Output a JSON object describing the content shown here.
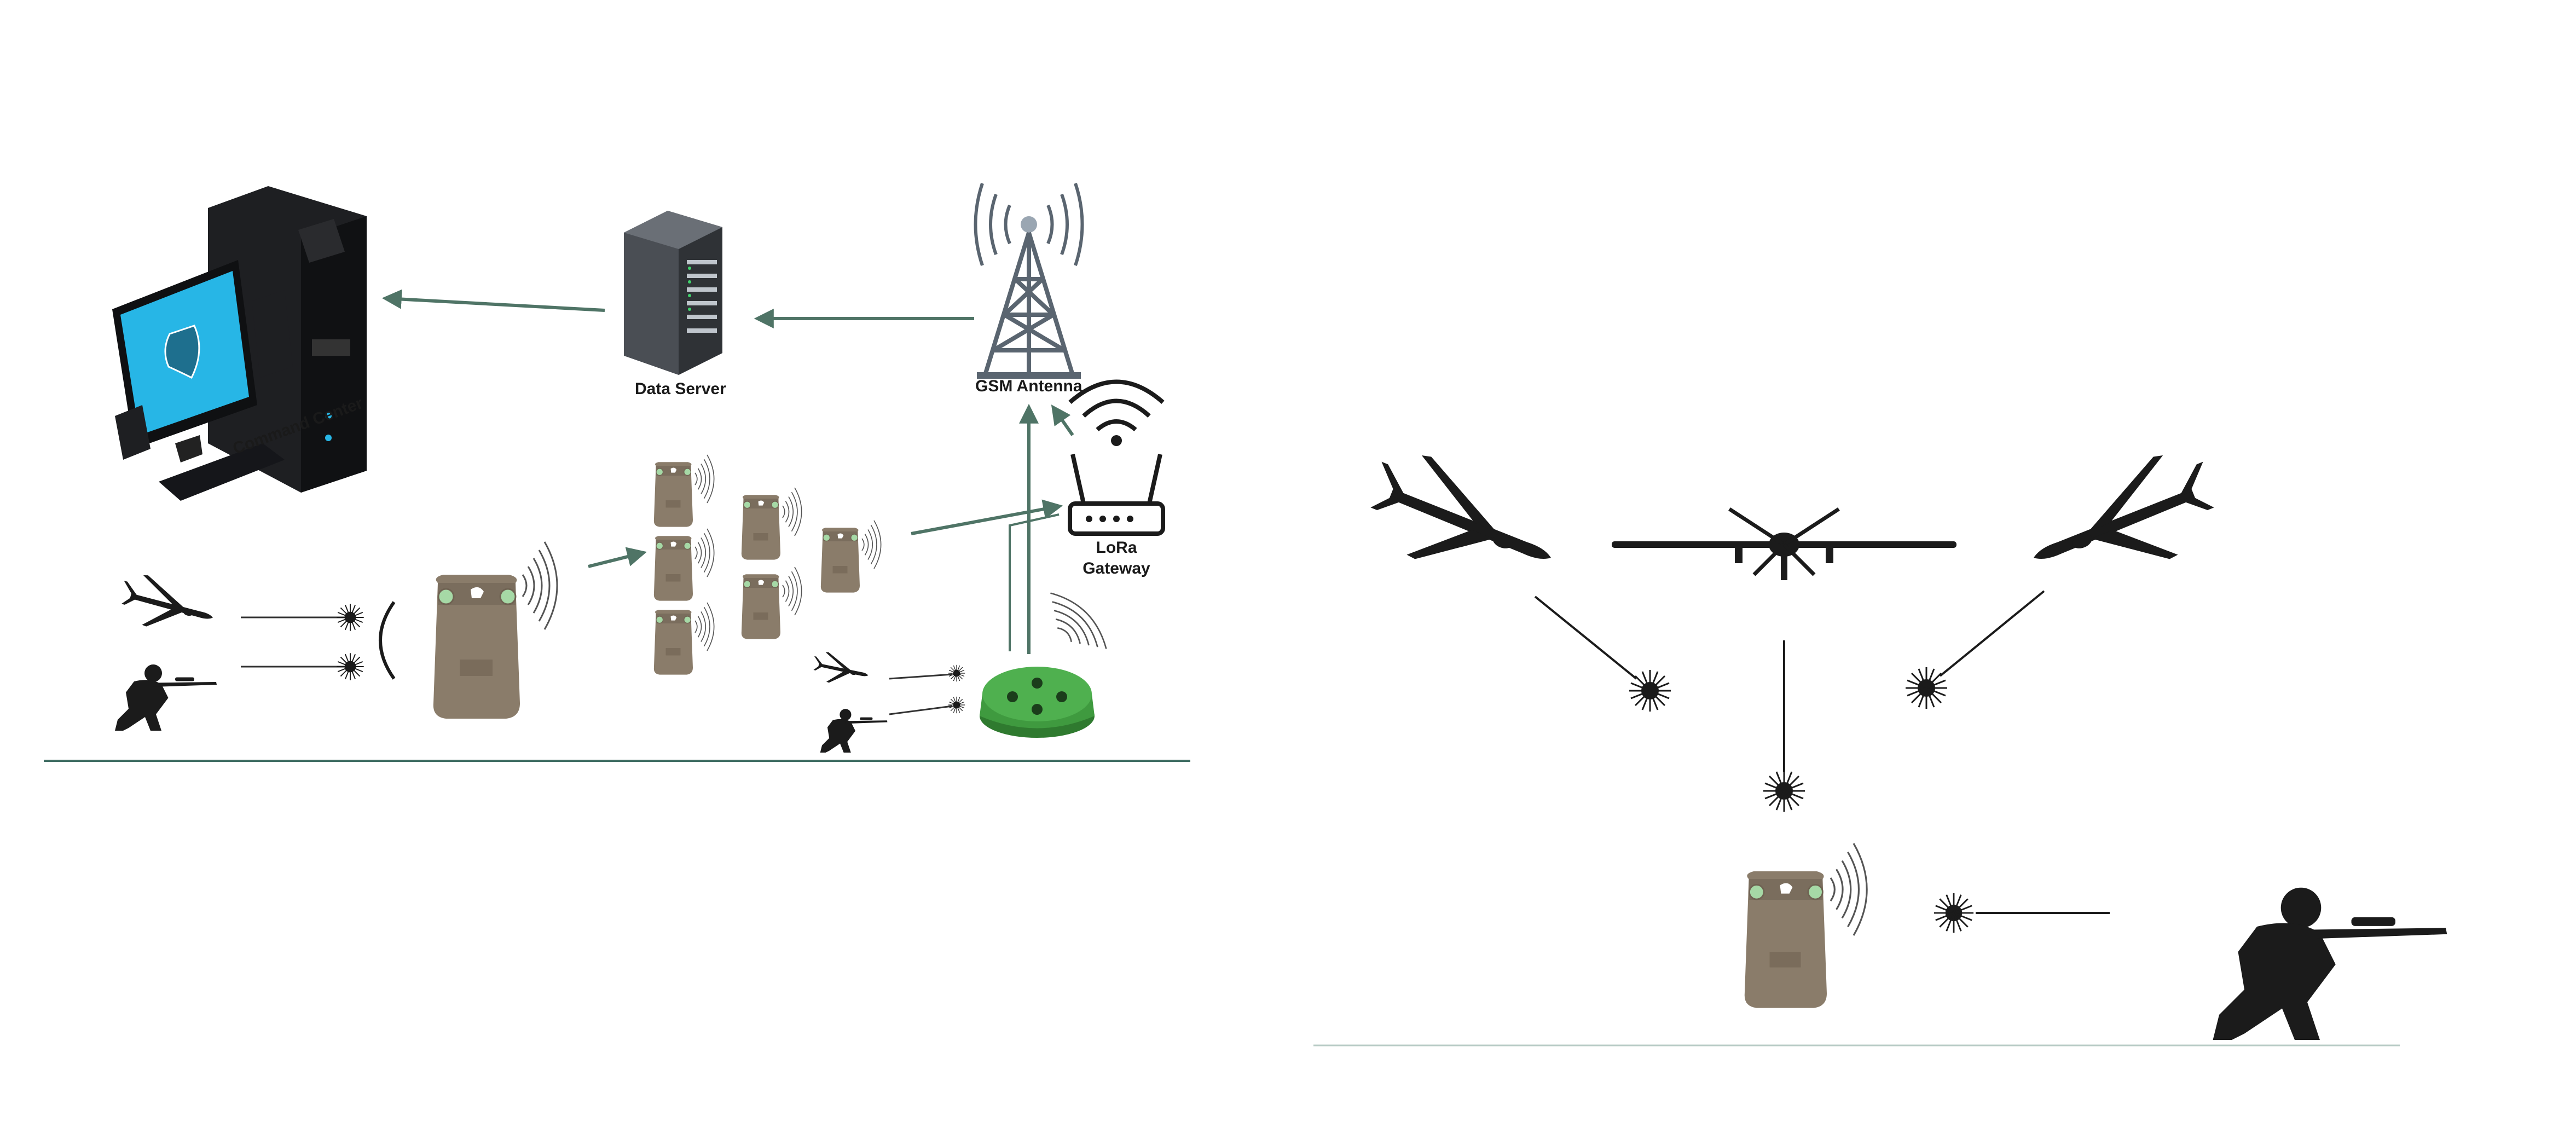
{
  "labels": {
    "command_center": "Command Center",
    "data_server": "Data Server",
    "gsm_antenna": "GSM Antenna",
    "lora_line1": "LoRa",
    "lora_line2": "Gateway"
  },
  "colors": {
    "arrow": "#4f7466",
    "ground": "#3f6d62",
    "ground_light": "#b9ccc6",
    "device_body": "#8a7c6a",
    "device_shade": "#6f6252",
    "sensor_green": "#3f9a3f",
    "silhouette": "#1b1b1b",
    "server": "#4a4e54",
    "tower": "#5a6570",
    "screen": "#27b6e6"
  },
  "icons": {
    "computer": "desktop-computer-icon",
    "server": "server-rack-icon",
    "tower": "gsm-tower-icon",
    "router": "lora-router-icon",
    "drone": "drone-icon",
    "soldier": "kneeling-sniper-icon",
    "laser": "laser-burst-icon",
    "detector": "laser-detector-icon",
    "sensor": "ground-sensor-icon"
  }
}
